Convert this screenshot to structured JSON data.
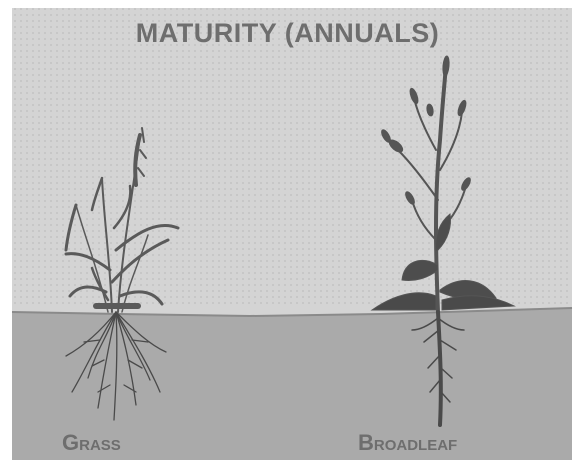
{
  "title": "MATURITY (ANNUALS)",
  "labels": {
    "left": "Grass",
    "right": "Broadleaf"
  },
  "colors": {
    "sky": "#d4d4d4",
    "soil": "#aaaaaa",
    "plant": "#5a5a5a",
    "roots": "#4a4a4a",
    "text": "#6e6e6e"
  },
  "icons": {
    "left_plant": "grass-plant-icon",
    "right_plant": "broadleaf-plant-icon"
  }
}
